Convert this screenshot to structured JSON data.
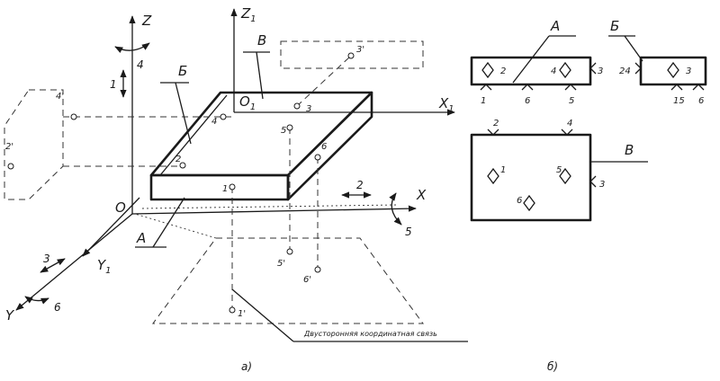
{
  "part_a": {
    "caption": "а)",
    "axes": {
      "z": "Z",
      "z1": "Z",
      "z1_sub": "1",
      "x": "X",
      "x1": "X",
      "x1_sub": "1",
      "y": "Y",
      "y1": "Y",
      "y1_sub": "1",
      "origin": "O",
      "origin1": "O",
      "origin1_sub": "1"
    },
    "faces": {
      "a": "А",
      "b": "Б",
      "v": "В"
    },
    "points": [
      "1",
      "2",
      "3",
      "4",
      "5",
      "6"
    ],
    "projections": [
      "1'",
      "2'",
      "3'",
      "4'",
      "5'",
      "6'"
    ],
    "freedoms": [
      "1",
      "2",
      "3",
      "4",
      "5",
      "6"
    ],
    "link_note": "Двусторонняя координатная связь"
  },
  "part_b": {
    "caption": "б)",
    "faces": {
      "a": "А",
      "b": "Б",
      "v": "В"
    },
    "a_labels": [
      "1",
      "2",
      "4",
      "3",
      "6",
      "5"
    ],
    "b_labels": [
      "2",
      "4",
      "3",
      "1",
      "5",
      "6"
    ],
    "v_labels": [
      "2",
      "4",
      "1",
      "5",
      "3",
      "6"
    ]
  }
}
